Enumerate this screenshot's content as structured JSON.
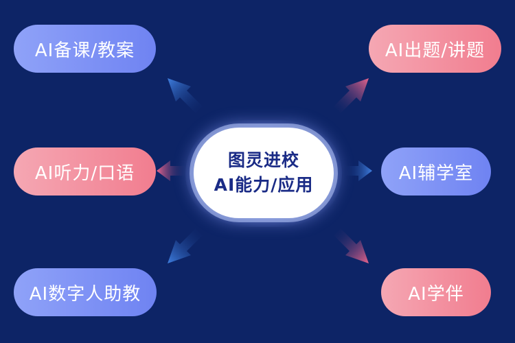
{
  "hub": {
    "line1": "图灵进校",
    "line2": "AI能力/应用"
  },
  "nodes": {
    "top_left": "AI备课/教案",
    "mid_left": "AI听力/口语",
    "bottom_left": "AI数字人助教",
    "top_right": "AI出题/讲题",
    "mid_right": "AI辅学室",
    "bottom_right": "AI学伴"
  },
  "colors": {
    "background": "#0d2466",
    "blue_pill": "#7d90f5",
    "pink_pill": "#f38d9c",
    "hub_text": "#1a2b86",
    "arrow_blue": "#3f7fe0",
    "arrow_pink": "#e9648c"
  }
}
